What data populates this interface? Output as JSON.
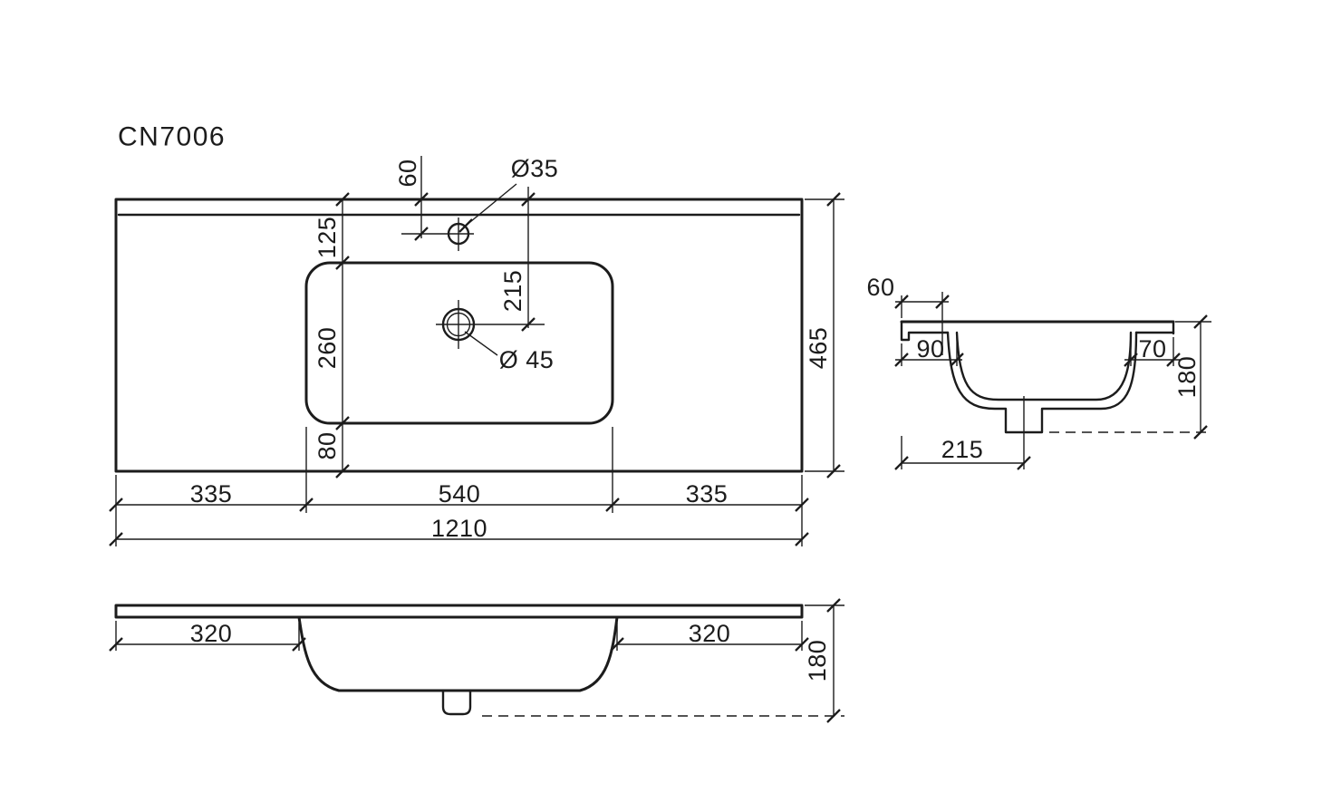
{
  "drawing": {
    "model": "CN7006"
  },
  "top_view": {
    "faucet_offset": "60",
    "faucet_diameter": "Ø35",
    "back_edge_to_basin": "125",
    "edge_to_drain": "215",
    "basin_depth": "260",
    "drain_diameter": "Ø 45",
    "basin_to_front": "80",
    "overall_depth": "465",
    "left_section": "335",
    "center_section": "540",
    "right_section": "335",
    "overall_width": "1210"
  },
  "side_view": {
    "deck_depth": "60",
    "front_wall": "90",
    "back_wall": "70",
    "overall_height": "180",
    "drain_center": "215"
  },
  "front_view": {
    "left_shoulder": "320",
    "right_shoulder": "320",
    "overall_height": "180"
  }
}
